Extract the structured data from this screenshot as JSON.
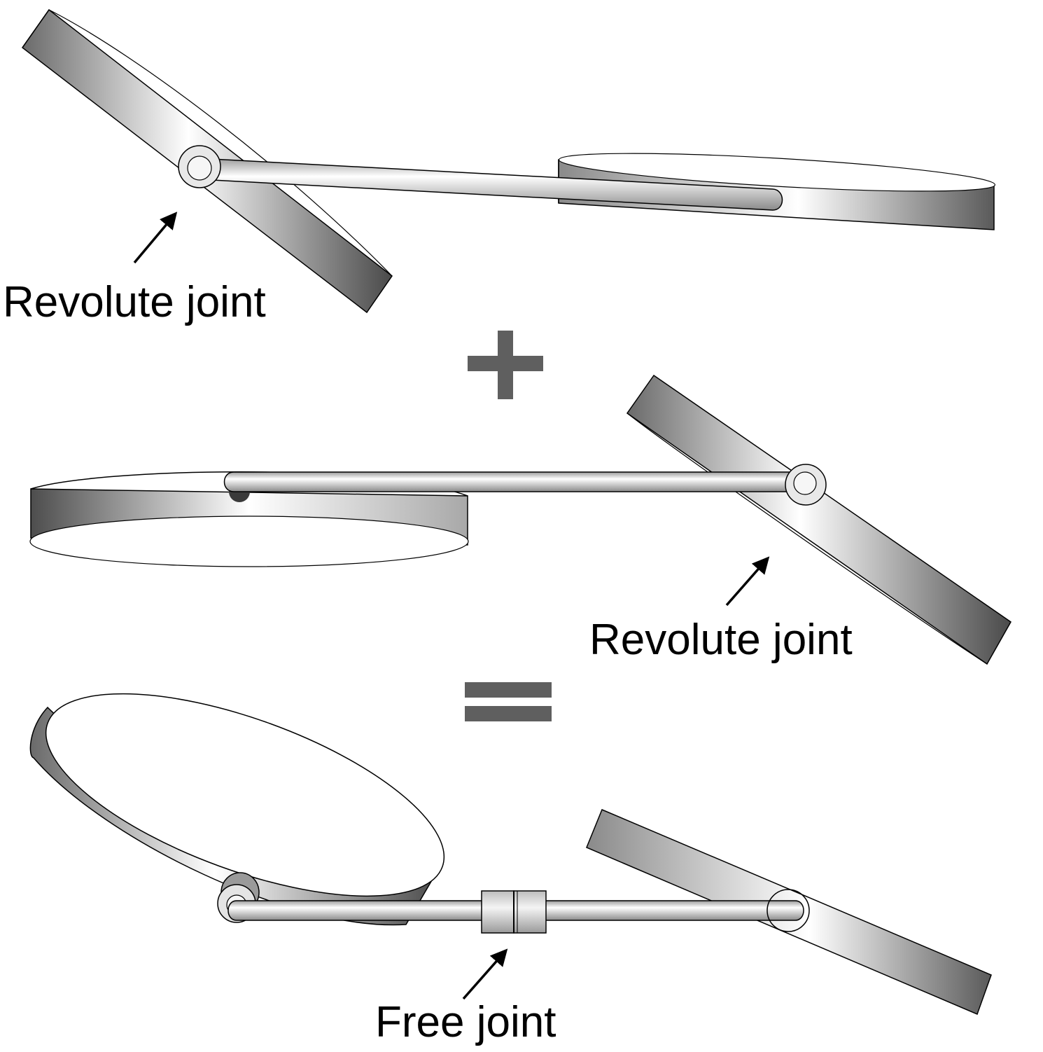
{
  "labels": {
    "revolute_joint_top": "Revolute joint",
    "revolute_joint_middle": "Revolute joint",
    "free_joint": "Free joint"
  },
  "colors": {
    "operator": "#5f5f5f",
    "outline": "#000000",
    "metal_light": "#f4f4f4",
    "metal_dark": "#4a4a4a"
  }
}
